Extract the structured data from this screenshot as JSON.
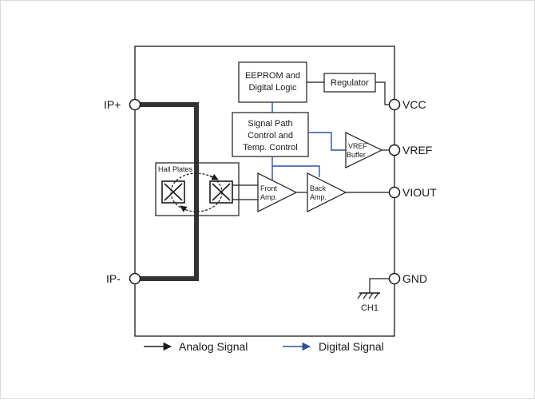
{
  "pins": {
    "ip_plus": "IP+",
    "ip_minus": "IP-",
    "vcc": "VCC",
    "vref": "VREF",
    "viout": "VIOUT",
    "gnd": "GND"
  },
  "blocks": {
    "eeprom_line1": "EEPROM and",
    "eeprom_line2": "Digital Logic",
    "regulator": "Regulator",
    "signal_line1": "Signal Path",
    "signal_line2": "Control and",
    "signal_line3": "Temp. Control",
    "hall_plates": "Hall Plates",
    "vref_buffer_line1": "VREF",
    "vref_buffer_line2": "Buffer",
    "front_amp_line1": "Front",
    "front_amp_line2": "Amp.",
    "back_amp_line1": "Back",
    "back_amp_line2": "Amp.",
    "ground_label": "CH1"
  },
  "legend": {
    "analog": "Analog Signal",
    "digital": "Digital Signal"
  },
  "colors": {
    "analog": "#1a1a1a",
    "digital": "#2e4fa0",
    "current_path": "#333333"
  }
}
